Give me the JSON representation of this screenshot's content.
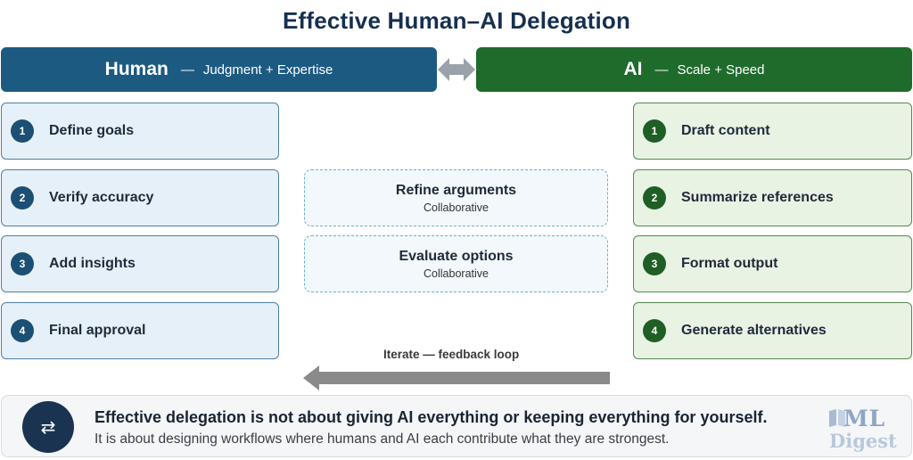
{
  "title": "Effective Human–AI Delegation",
  "human": {
    "label": "Human",
    "dash": "—",
    "subtitle": "Judgment + Expertise",
    "steps": [
      {
        "num": "1",
        "label": "Define goals"
      },
      {
        "num": "2",
        "label": "Verify accuracy"
      },
      {
        "num": "3",
        "label": "Add insights"
      },
      {
        "num": "4",
        "label": "Final approval"
      }
    ]
  },
  "ai": {
    "label": "AI",
    "dash": "—",
    "subtitle": "Scale + Speed",
    "steps": [
      {
        "num": "1",
        "label": "Draft content"
      },
      {
        "num": "2",
        "label": "Summarize references"
      },
      {
        "num": "3",
        "label": "Format output"
      },
      {
        "num": "4",
        "label": "Generate alternatives"
      }
    ]
  },
  "collaborative": [
    {
      "title": "Refine arguments",
      "subtitle": "Collaborative"
    },
    {
      "title": "Evaluate options",
      "subtitle": "Collaborative"
    }
  ],
  "loop": {
    "label": "Iterate — feedback loop"
  },
  "banner": {
    "icon": "⇄",
    "icon_name": "swap-arrows-icon",
    "headline": "Effective delegation is not about giving AI everything or keeping everything for yourself.",
    "body": "It is about designing workflows where humans and AI each contribute what they are strongest."
  },
  "logo": {
    "line1": "ML",
    "line2": "Digest"
  },
  "colors": {
    "human_header": "#1c5a82",
    "ai_header": "#1f6b2c",
    "human_card": "#e6f0f8",
    "ai_card": "#e8f3e4",
    "collab_border": "#6aaed0",
    "loop_arrow": "#8a8a8a"
  }
}
